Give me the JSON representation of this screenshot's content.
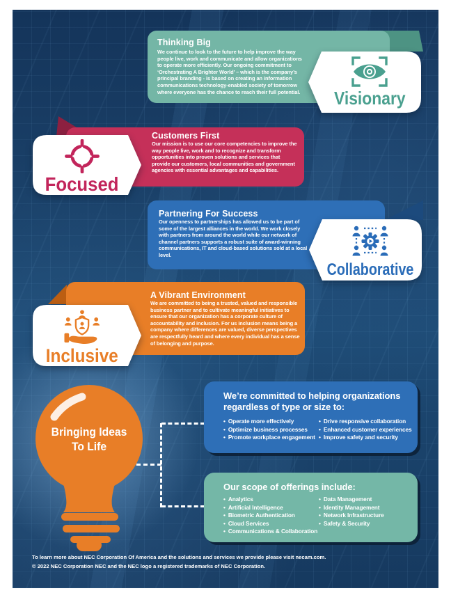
{
  "colors": {
    "background_navy": "#16395f",
    "teal": "#74b6a6",
    "teal_dark": "#4d9383",
    "teal_text": "#4aa08f",
    "crimson": "#c53059",
    "crimson_dark": "#8c2040",
    "blue": "#2e6fb7",
    "blue_dark": "#1c4a7d",
    "orange": "#e87e27",
    "orange_dark": "#bc5e12",
    "white": "#ffffff"
  },
  "sections": [
    {
      "title": "Thinking Big",
      "body": "We continue to look to the future to help improve the way people live, work and communicate and allow organizations to operate more efficiently.  Our ongoing commitment to ‘Orchestrating A Brighter World’ – which is the company’s principal branding - is based on creating an information communications technology-enabled society of tomorrow where everyone has the chance to reach their full potential.",
      "label": "Visionary",
      "icon": "eye-focus-icon"
    },
    {
      "title": "Customers First",
      "body": "Our mission is to use our core competencies to improve the way people live, work and to recognize and transform opportunities into proven solutions and services that provide our customers, local communities and government agencies with essential advantages and capabilities.",
      "label": "Focused",
      "icon": "target-crosshair-icon"
    },
    {
      "title": "Partnering For Success",
      "body": "Our openness to partnerships has allowed us to be part of some of the largest alliances in the world.  We work closely with partners from around the world while our network of channel partners supports a robust suite of award-winning communications, IT and cloud-based solutions sold at a local level.",
      "label": "Collaborative",
      "icon": "people-network-gear-icon"
    },
    {
      "title": "A Vibrant Environment",
      "body": "We are committed to being a trusted, valued and responsible business partner and to cultivate meaningful initiatives to ensure that our organization has a corporate culture of accountability and inclusion. For us inclusion means being a company where differences are valued, diverse perspectives are respectfully heard and where every individual has a sense of belonging and purpose.",
      "label": "Inclusive",
      "icon": "hand-shield-people-icon"
    }
  ],
  "bulb": {
    "line1": "Bringing Ideas",
    "line2": "To Life",
    "icon": "lightbulb-icon"
  },
  "committed_box": {
    "title_line1": "We’re committed to helping organizations",
    "title_line2": "regardless of type or size to:",
    "items_col1": [
      "Operate more effectively",
      "Optimize business processes",
      "Promote workplace engagement"
    ],
    "items_col2": [
      "Drive responsive collaboration",
      "Enhanced customer experiences",
      "Improve safety and security"
    ]
  },
  "offerings_box": {
    "title": "Our scope of offerings include:",
    "items_col1": [
      "Analytics",
      "Artificial Intelligence",
      "Biometric Authentication",
      "Cloud Services",
      "Communications & Collaboration"
    ],
    "items_col2": [
      "Data Management",
      "Identity Management",
      "Network Infrastructure",
      "Safety & Security"
    ]
  },
  "footer": {
    "line1": "To learn more about NEC Corporation Of America and the solutions and services we provide please visit necam.com.",
    "line2": "© 2022 NEC Corporation NEC and the NEC logo a registered trademarks of NEC Corporation."
  }
}
